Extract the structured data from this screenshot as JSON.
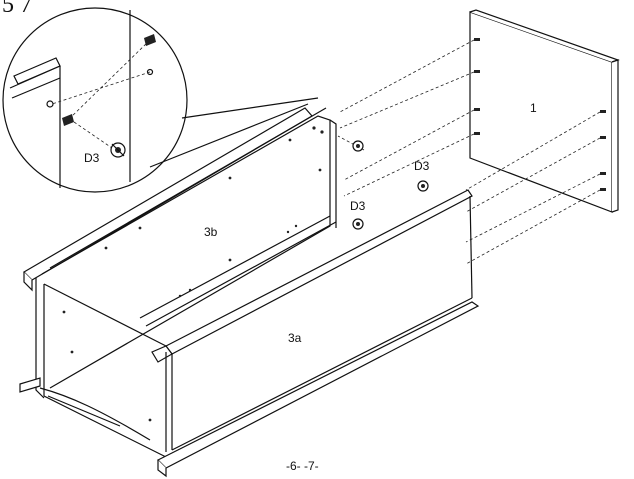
{
  "step_number": "5 7",
  "labels": {
    "panel_1": "1",
    "panel_3a": "3a",
    "panel_3b": "3b",
    "fastener_detail": "D3",
    "fastener_a": "D3",
    "fastener_b": "D3"
  },
  "page_numbers": "-6- -7-"
}
